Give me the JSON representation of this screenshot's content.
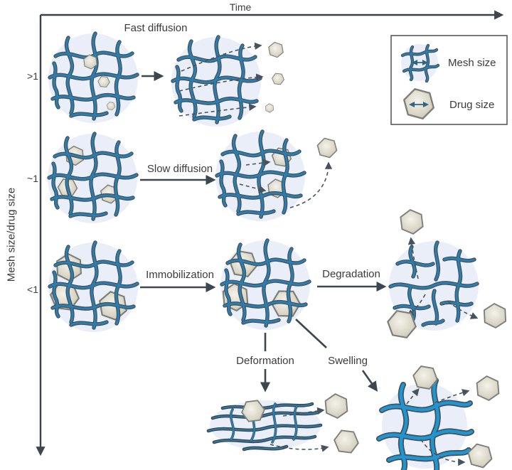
{
  "figure": {
    "x_axis_label": "Time",
    "y_axis_label": "Mesh size/drug size",
    "y_ticks": [
      ">1",
      "~1",
      "<1"
    ],
    "labels": {
      "fast_diffusion": "Fast diffusion",
      "slow_diffusion": "Slow diffusion",
      "immobilization": "Immobilization",
      "degradation": "Degradation",
      "deformation": "Deformation",
      "swelling": "Swelling"
    },
    "legend": {
      "mesh_size": "Mesh size",
      "drug_size": "Drug size"
    },
    "colors": {
      "mesh_strand_blue": "#2a7fb0",
      "swollen_strand_blue": "#1f95d2",
      "mesh_strand_outline": "#454f58",
      "mesh_background": "#e9eef8",
      "hexagon_fill": "#d9d6c7",
      "hexagon_stroke": "#7d7f78",
      "arrow_color": "#3c4750",
      "text_color": "#3b3b3b"
    }
  }
}
